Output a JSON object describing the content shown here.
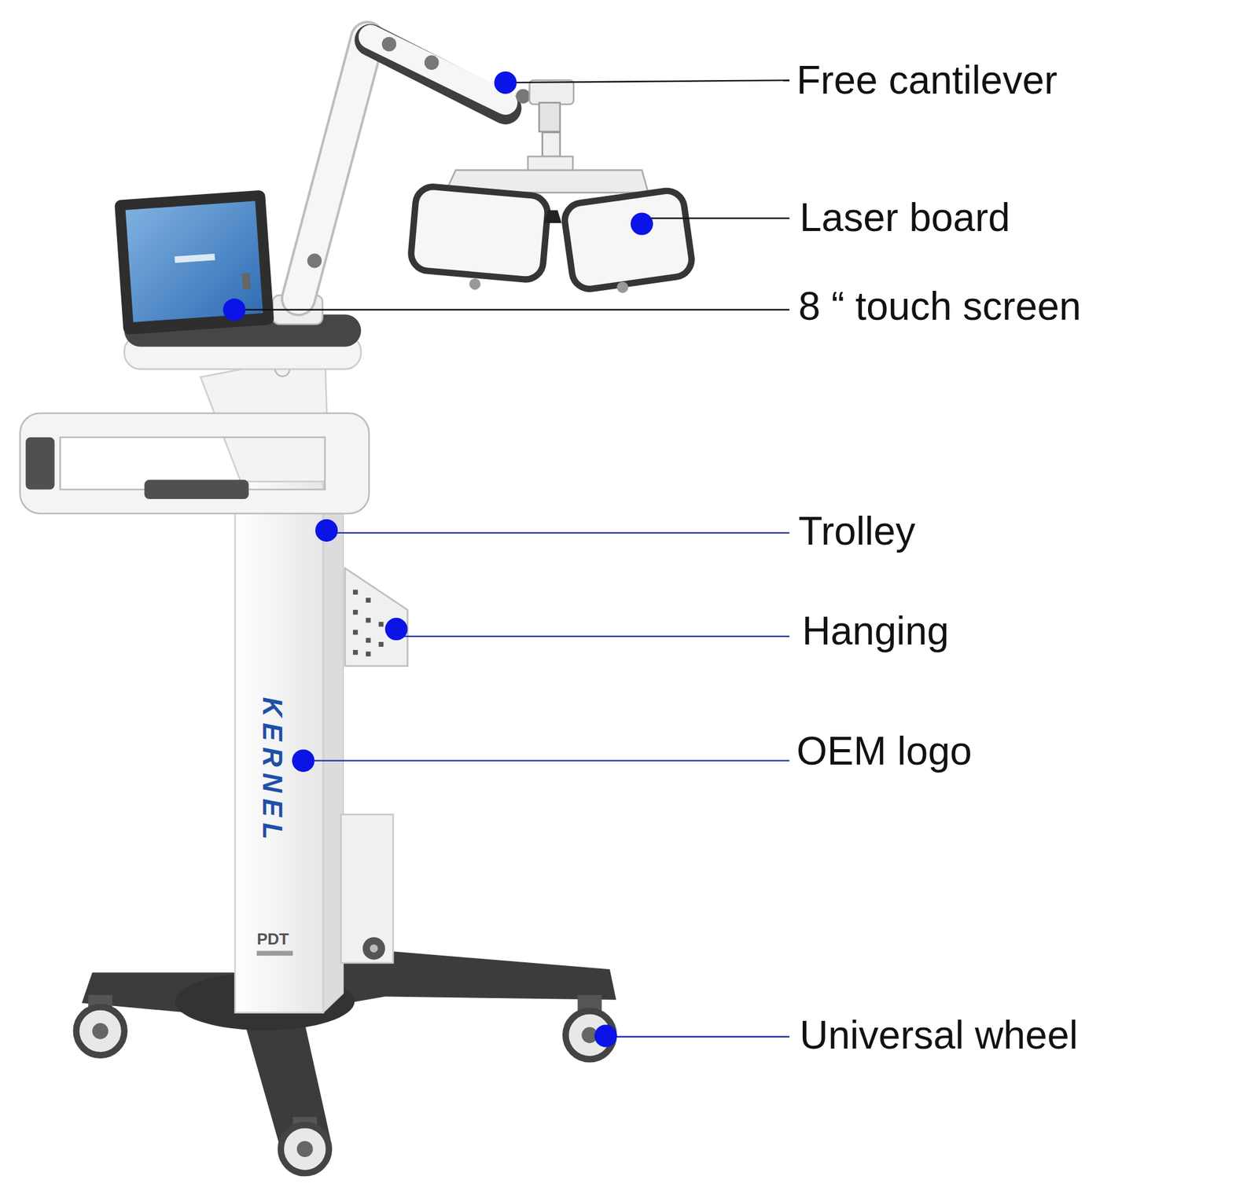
{
  "diagram": {
    "labels": [
      "Free cantilever",
      "Laser board",
      "8 “ touch screen",
      "Trolley",
      "Hanging",
      "OEM logo",
      "Universal wheel",
      "KERNEL",
      "PDT"
    ]
  }
}
